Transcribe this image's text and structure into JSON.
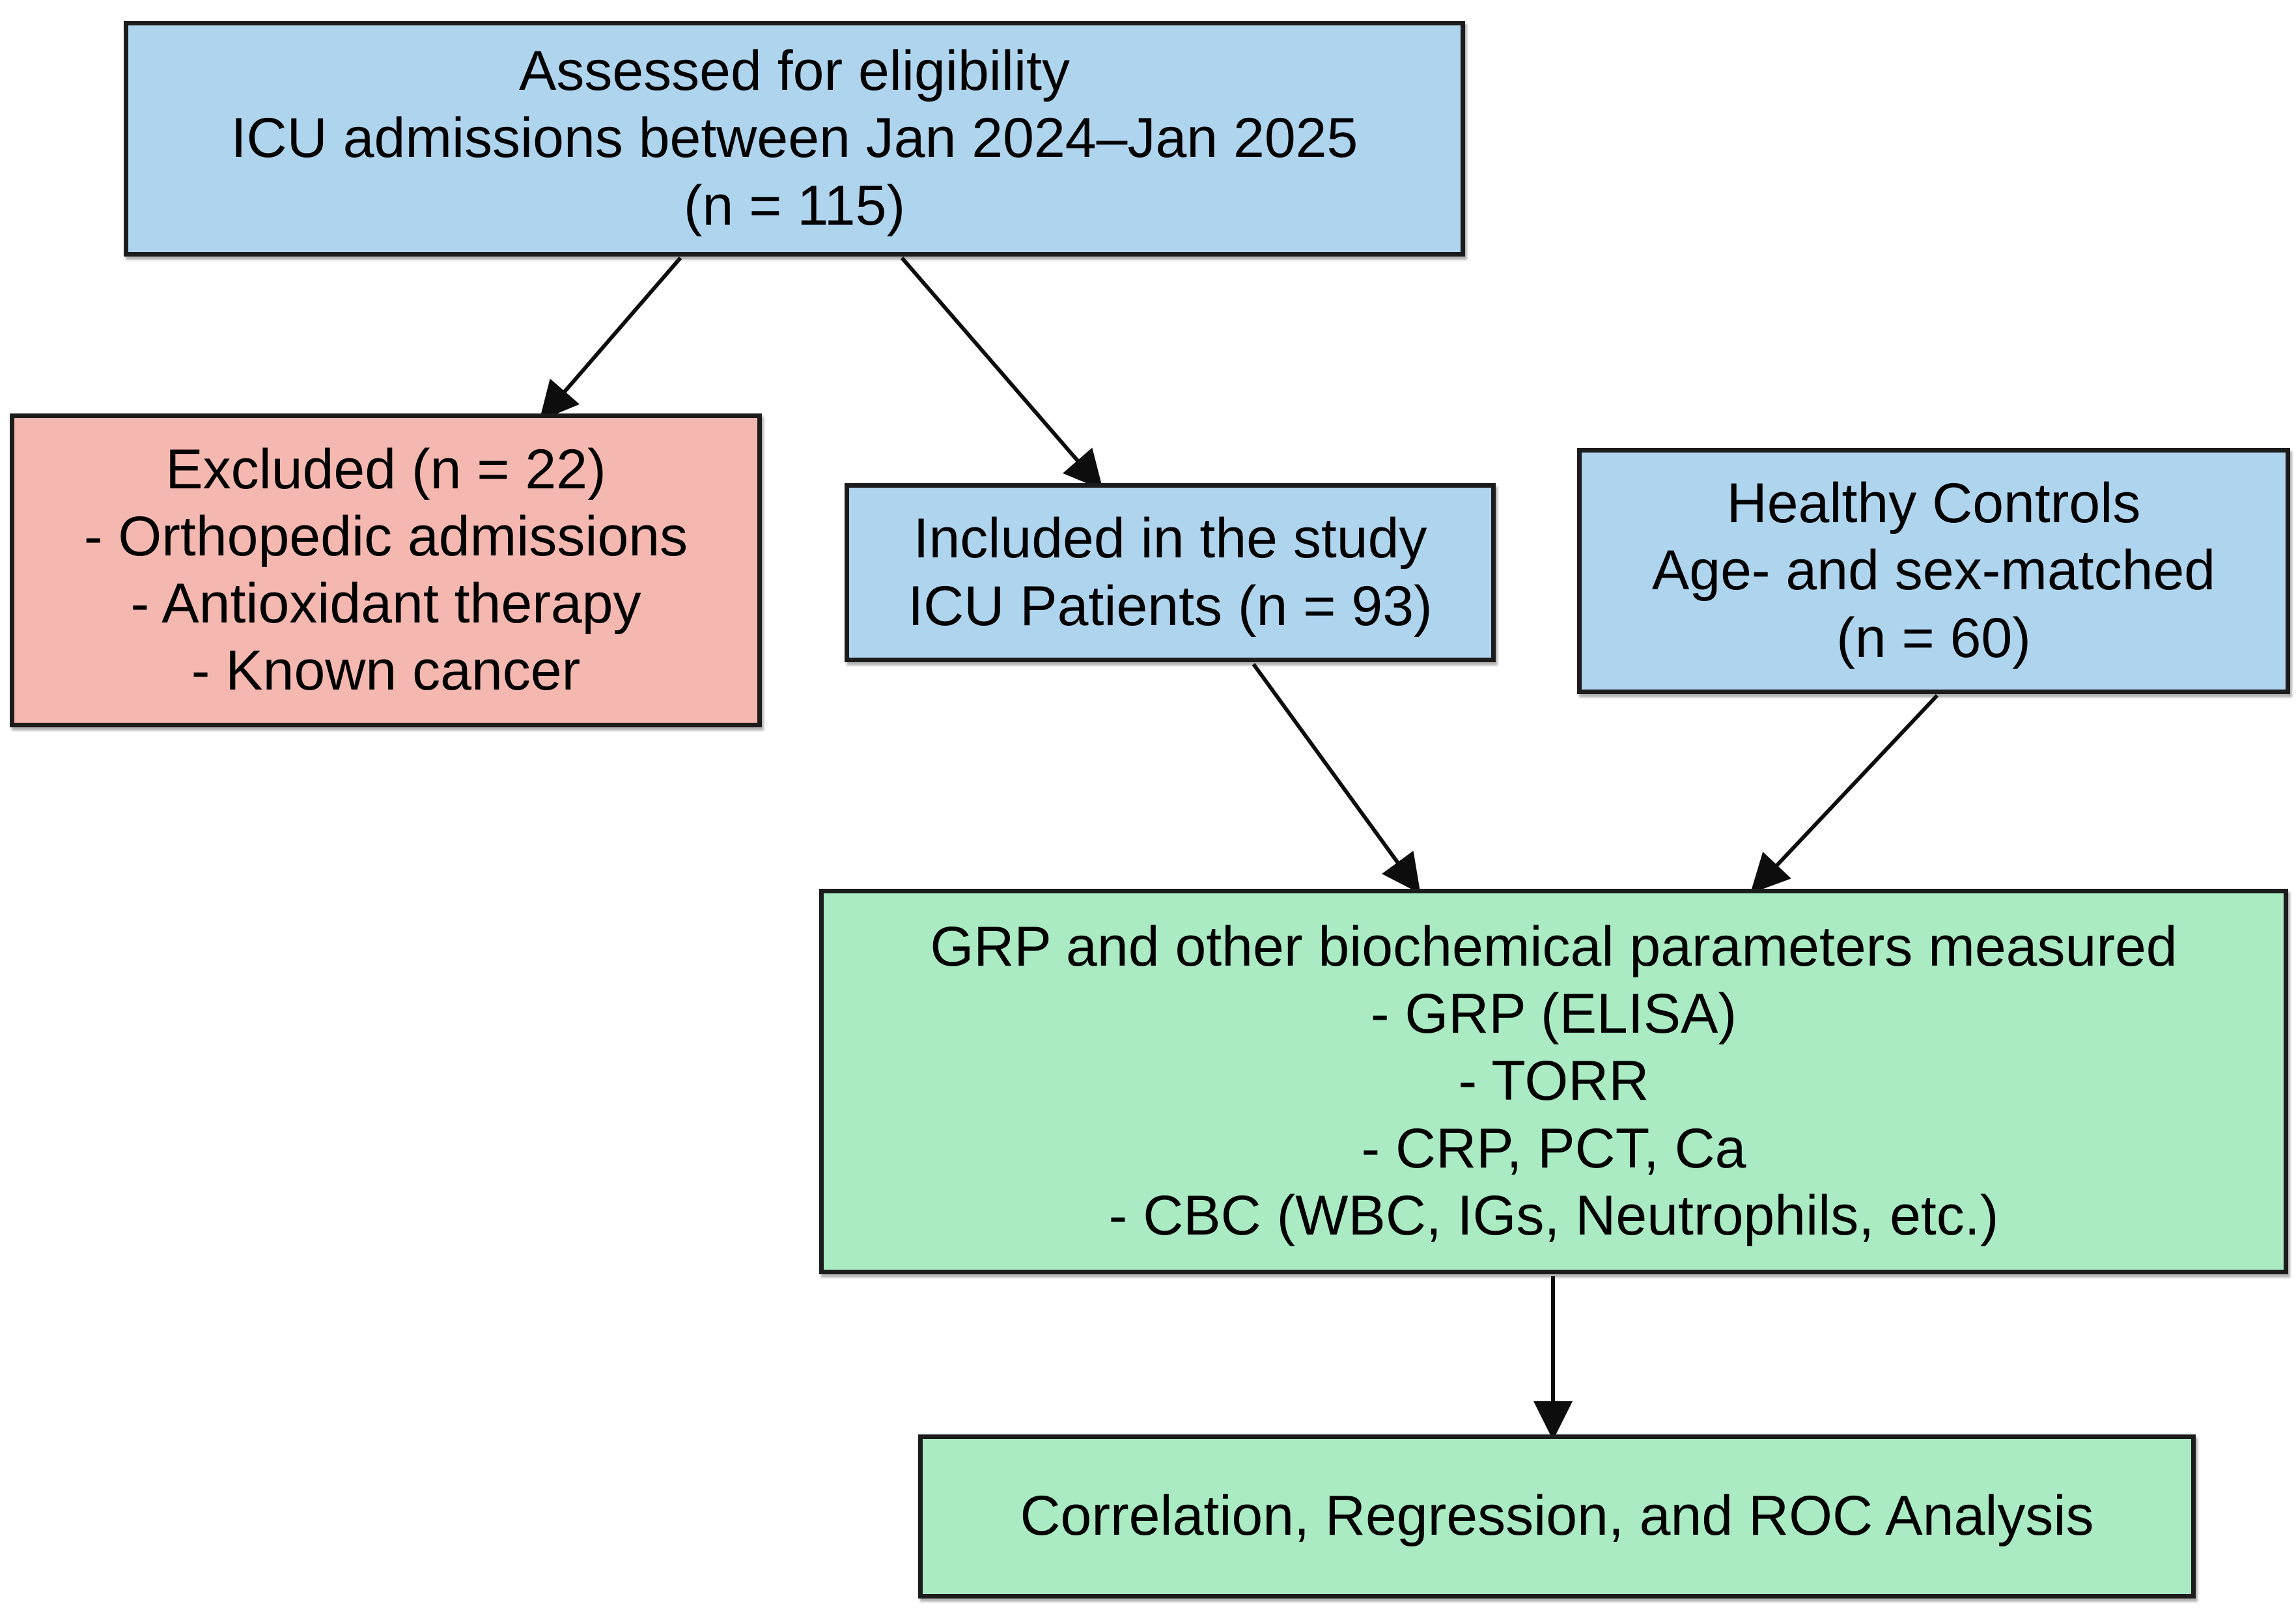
{
  "diagram": {
    "type": "flowchart",
    "background": "#ffffff",
    "colors": {
      "blue_box": "#afd4ee",
      "pink_box": "#f5b8b0",
      "green_box": "#aaebc3",
      "border": "#1c1c1c",
      "arrow": "#0d0d0d",
      "text": "#000000"
    },
    "nodes": [
      {
        "id": "assessed",
        "fill": "blue",
        "lines": [
          "Assessed for eligibility",
          "ICU admissions between Jan 2024–Jan 2025",
          "(n = 115)"
        ]
      },
      {
        "id": "excluded",
        "fill": "pink",
        "lines": [
          "Excluded (n = 22)",
          "- Orthopedic admissions",
          "- Antioxidant therapy",
          "- Known cancer"
        ]
      },
      {
        "id": "included",
        "fill": "blue",
        "lines": [
          "Included in the study",
          "ICU Patients (n = 93)"
        ]
      },
      {
        "id": "healthy-controls",
        "fill": "blue",
        "lines": [
          "Healthy Controls",
          "Age- and sex-matched",
          "(n = 60)"
        ]
      },
      {
        "id": "measurements",
        "fill": "green",
        "lines": [
          "GRP and other biochemical parameters measured",
          "- GRP (ELISA)",
          "- TORR",
          "- CRP, PCT, Ca",
          "- CBC (WBC, IGs, Neutrophils, etc.)"
        ]
      },
      {
        "id": "analysis",
        "fill": "green",
        "lines": [
          "Correlation, Regression, and ROC Analysis"
        ]
      }
    ],
    "edges": [
      {
        "from": "assessed",
        "to": "excluded"
      },
      {
        "from": "assessed",
        "to": "included"
      },
      {
        "from": "included",
        "to": "measurements"
      },
      {
        "from": "healthy-controls",
        "to": "measurements"
      },
      {
        "from": "measurements",
        "to": "analysis"
      }
    ]
  }
}
